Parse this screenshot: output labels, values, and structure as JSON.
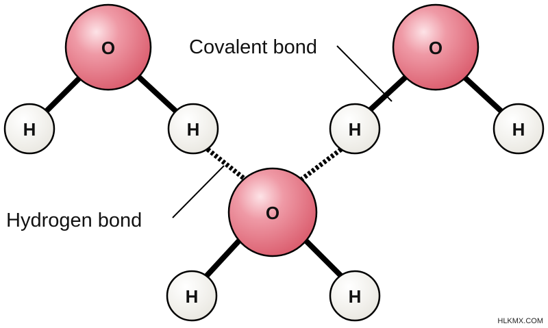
{
  "atoms": {
    "oxygen_symbol": "O",
    "hydrogen_symbol": "H"
  },
  "labels": {
    "covalent_bond": "Covalent bond",
    "hydrogen_bond": "Hydrogen bond"
  },
  "watermark": "HLKMX.COM",
  "colors": {
    "oxygen_fill": "#d9596a",
    "oxygen_highlight": "#fde3e7",
    "hydrogen_fill": "#e8e6df",
    "hydrogen_highlight": "#ffffff",
    "atom_outline": "#000000",
    "bond": "#000000"
  }
}
